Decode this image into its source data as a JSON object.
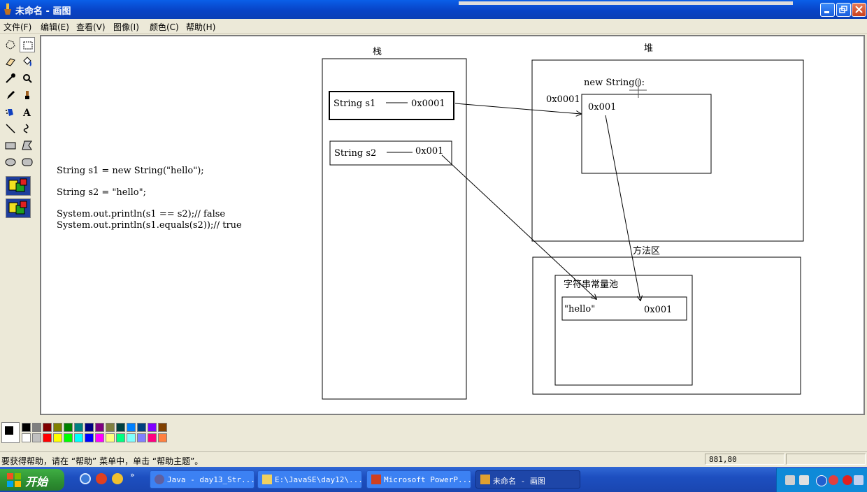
{
  "window": {
    "title": "未命名 - 画图"
  },
  "menubar": {
    "items": [
      "文件(F)",
      "编辑(E)",
      "查看(V)",
      "图像(I)",
      "颜色(C)",
      "帮助(H)"
    ]
  },
  "toolbox": {
    "tools": [
      "free-select",
      "rect-select",
      "eraser",
      "fill",
      "color-picker",
      "magnifier",
      "pencil",
      "brush",
      "airbrush",
      "text",
      "line",
      "curve",
      "rectangle",
      "polygon",
      "ellipse",
      "rounded-rectangle"
    ],
    "selected_tool": "rect-select"
  },
  "diagram": {
    "code_lines": [
      "String s1 = new String(\"hello\");",
      "String s2 = \"hello\";",
      "System.out.println(s1 == s2);// false",
      "System.out.println(s1.equals(s2));// true"
    ],
    "stack_title": "栈",
    "heap_title": "堆",
    "method_area_title": "方法区",
    "s1_label": "String s1",
    "s1_value": "0x0001",
    "s2_label": "String s2",
    "s2_value": "0x001",
    "heap_object_label": "new String():",
    "heap_object_addr": "0x0001",
    "heap_object_value": "0x001",
    "pool_title": "字符串常量池",
    "pool_string": "\"hello\"",
    "pool_addr": "0x001"
  },
  "palette": {
    "foreground": "#000000",
    "background": "#ffffff",
    "colors": [
      "#000000",
      "#808080",
      "#800000",
      "#808000",
      "#008000",
      "#008080",
      "#000080",
      "#800080",
      "#808040",
      "#004040",
      "#0080ff",
      "#004080",
      "#8000ff",
      "#804000",
      "#ffffff",
      "#c0c0c0",
      "#ff0000",
      "#ffff00",
      "#00ff00",
      "#00ffff",
      "#0000ff",
      "#ff00ff",
      "#ffff80",
      "#00ff80",
      "#80ffff",
      "#8080ff",
      "#ff0080",
      "#ff8040"
    ]
  },
  "statusbar": {
    "help_text": "要获得帮助，请在 “帮助” 菜单中，单击 “帮助主题”。",
    "coords": "881,80"
  },
  "taskbar": {
    "start_label": "开始",
    "tasks": [
      {
        "label": "Java - day13_Str...",
        "active": false
      },
      {
        "label": "E:\\JavaSE\\day12\\...",
        "active": false
      },
      {
        "label": "Microsoft PowerP...",
        "active": false
      },
      {
        "label": "未命名 - 画图",
        "active": true
      }
    ],
    "colors": {
      "taskbar": "#1d4fc0",
      "start": "#2d8f31",
      "tray": "#0f8ad8"
    }
  }
}
